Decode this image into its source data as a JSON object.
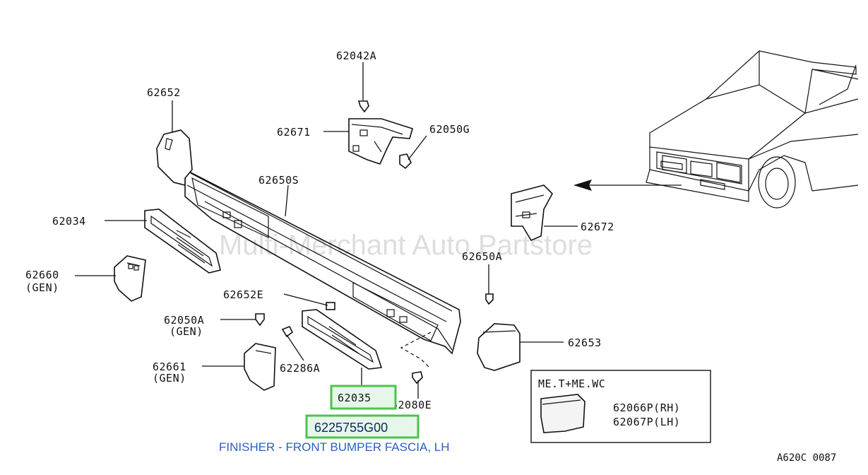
{
  "labels": {
    "p62042A": "62042A",
    "p62652": "62652",
    "p62671": "62671",
    "p62050G": "62050G",
    "p62650S": "62650S",
    "p62034": "62034",
    "p62672": "62672",
    "p62660": "62660",
    "p62660_gen": "(GEN)",
    "p62650A": "62650A",
    "p62652E": "62652E",
    "p62050A": "62050A",
    "p62050A_gen": "(GEN)",
    "p62653": "62653",
    "p62661": "62661",
    "p62661_gen": "(GEN)",
    "p62286A": "62286A",
    "p62035": "62035",
    "p62080E": "62080E",
    "inset_title": "ME.T+ME.WC",
    "p62066P": "62066P(RH)",
    "p62067P": "62067P(LH)"
  },
  "highlight": {
    "part_number": "6225755G00"
  },
  "caption": "FINISHER - FRONT BUMPER FASCIA, LH",
  "watermark": "Multi-Merchant Auto Partstore",
  "diagram_code": "A620C 0087",
  "colors": {
    "highlight_border": "#4cc34c",
    "highlight_fill": "#e6f7ea",
    "caption": "#2a5fc0"
  }
}
